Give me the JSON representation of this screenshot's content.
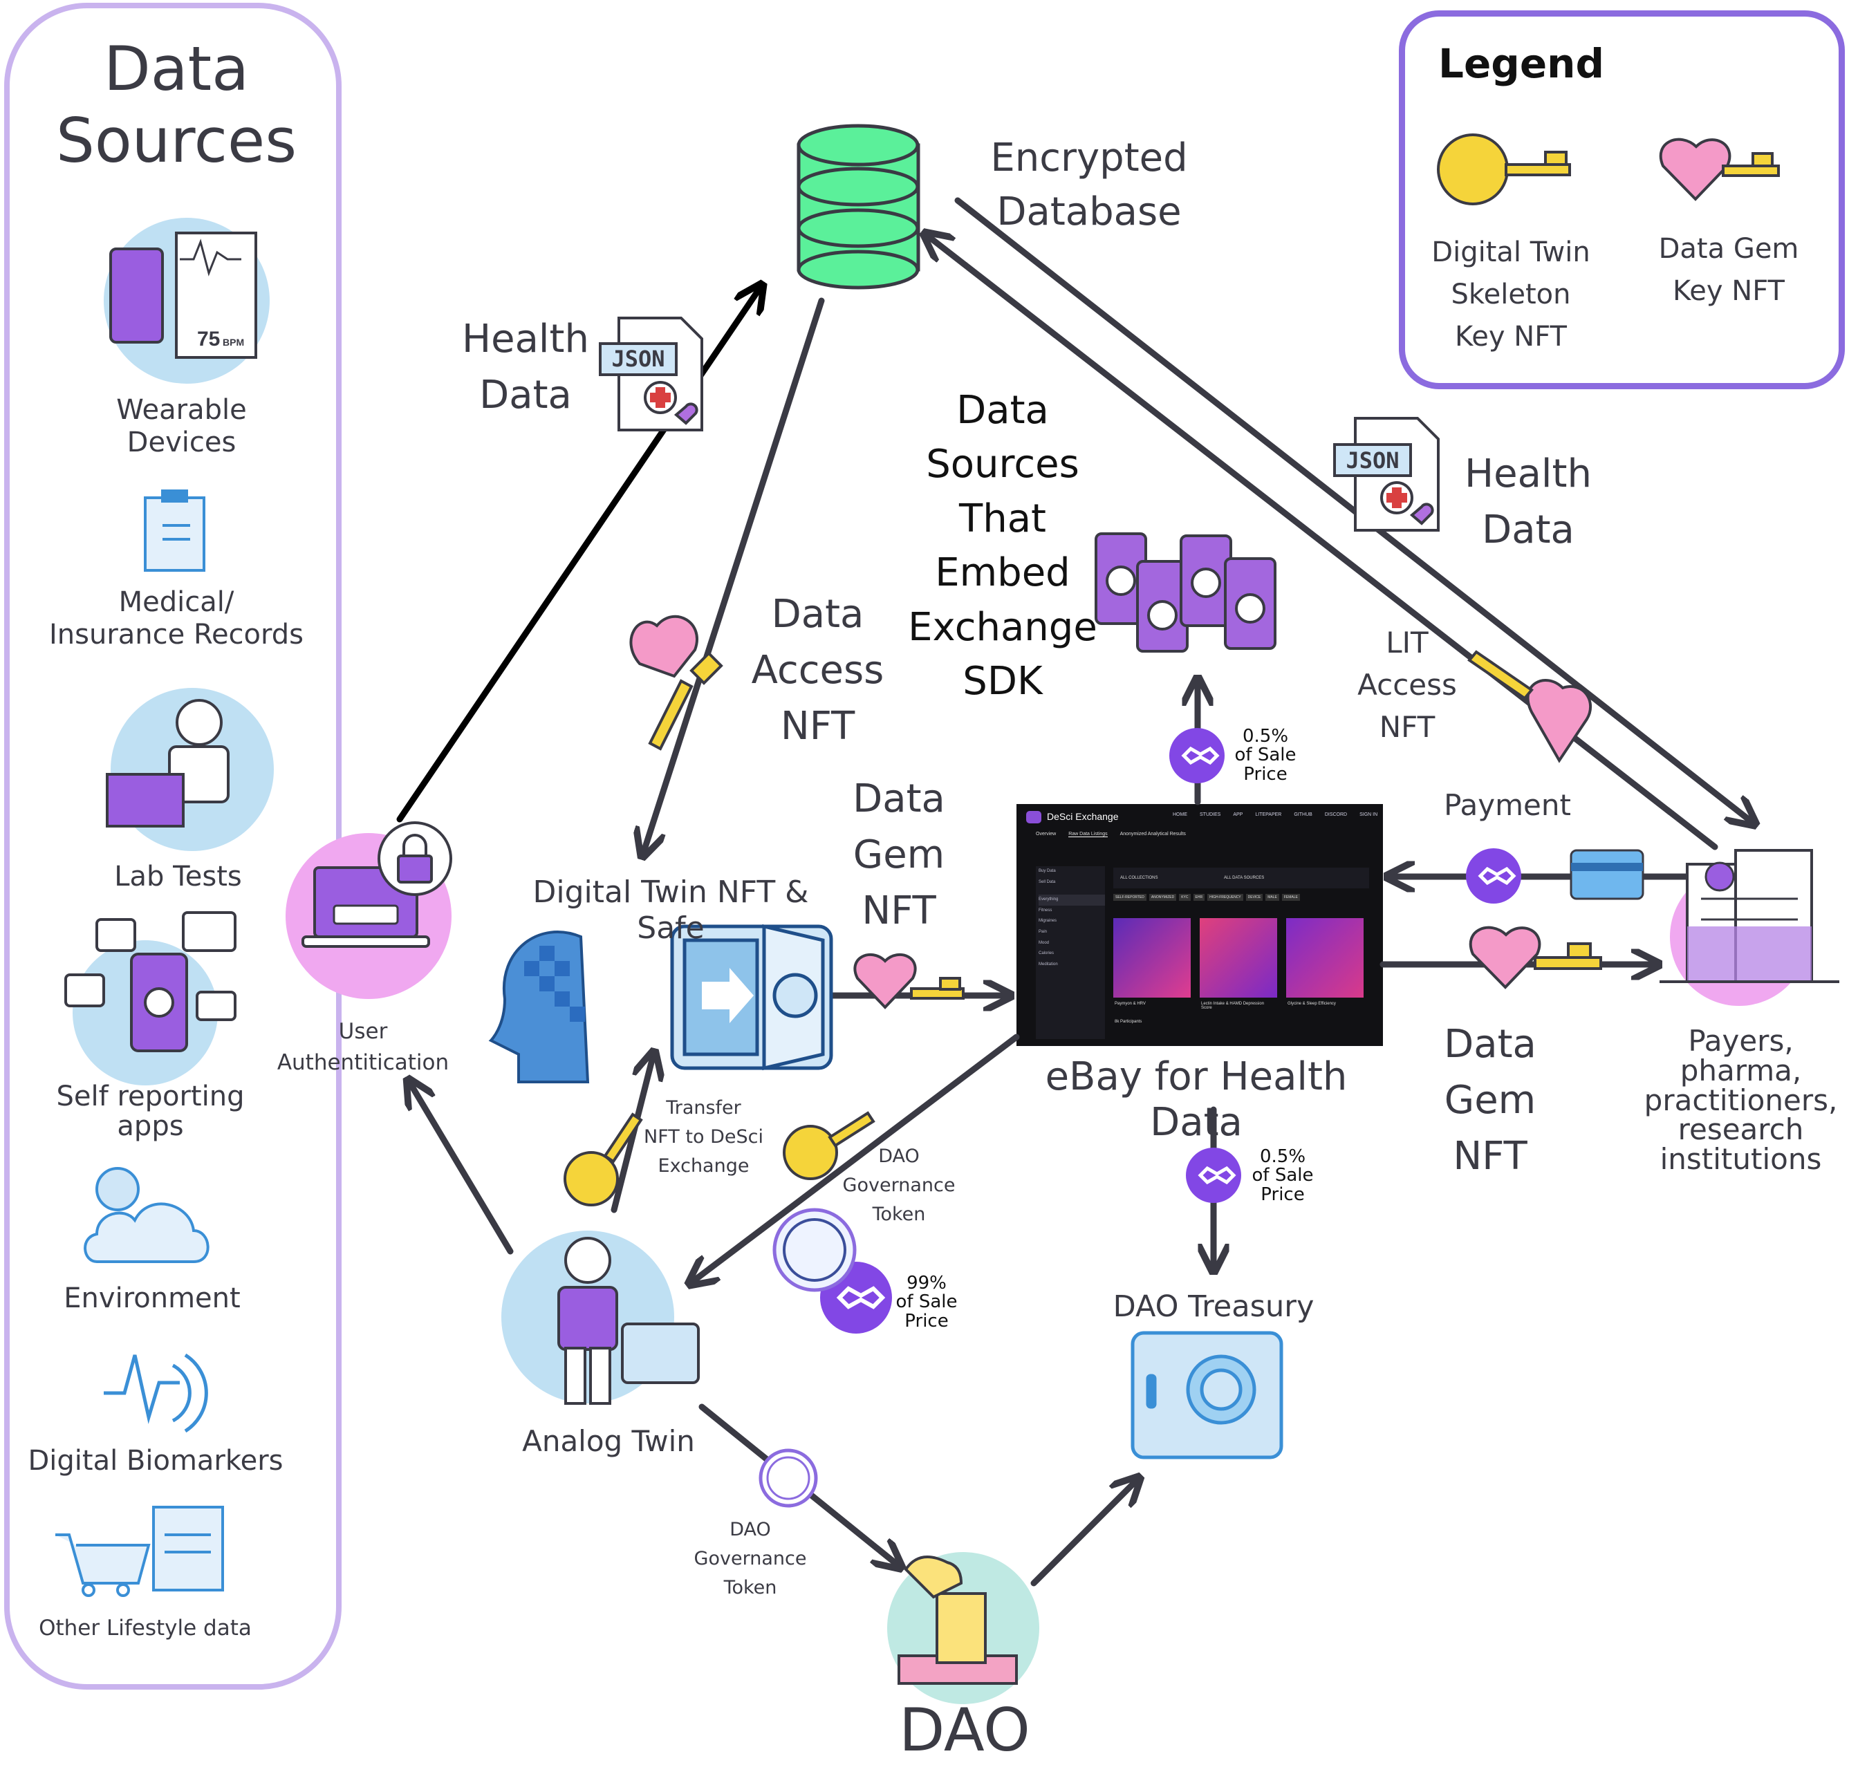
{
  "data_sources": {
    "title": [
      "Data",
      "Sources"
    ],
    "items": [
      {
        "label": [
          "Wearable",
          "Devices"
        ],
        "icon": "smartwatch-heartrate-icon",
        "bpm": "75",
        "bpm_unit": "BPM"
      },
      {
        "label": [
          "Medical/",
          "Insurance Records"
        ],
        "icon": "clipboard-medical-icon"
      },
      {
        "label": [
          "Lab Tests"
        ],
        "icon": "lab-scientist-icon"
      },
      {
        "label": [
          "Self reporting",
          "apps"
        ],
        "icon": "phone-chat-icon"
      },
      {
        "label": [
          "Environment"
        ],
        "icon": "sun-cloud-icon"
      },
      {
        "label": [
          "Digital Biomarkers"
        ],
        "icon": "biomarker-wave-icon"
      },
      {
        "label": [
          "Other Lifestyle data"
        ],
        "icon": "shopping-receipt-icon"
      }
    ]
  },
  "legend": {
    "title": "Legend",
    "items": [
      {
        "label": [
          "Digital Twin",
          "Skeleton",
          "Key NFT"
        ],
        "icon": "smiley-key-icon"
      },
      {
        "label": [
          "Data Gem",
          "Key NFT"
        ],
        "icon": "heart-key-icon"
      }
    ]
  },
  "nodes": {
    "database": [
      "Encrypted",
      "Database"
    ],
    "sdk": [
      "Data",
      "Sources",
      "That",
      "Embed",
      "Exchange",
      "SDK"
    ],
    "user_auth": [
      "User",
      "Authentitication"
    ],
    "digital_twin": "Digital Twin NFT & Safe",
    "exchange": "eBay for Health Data",
    "payers": [
      "Payers, pharma,",
      "practitioners,",
      "research",
      "institutions"
    ],
    "analog_twin": "Analog Twin",
    "treasury": "DAO Treasury",
    "dao": "DAO"
  },
  "edge_labels": {
    "health_data_left": [
      "Health",
      "Data"
    ],
    "health_data_right": [
      "Health",
      "Data"
    ],
    "json_badge": "JSON",
    "data_access_nft": [
      "Data",
      "Access",
      "NFT"
    ],
    "data_gem_nft_top": [
      "Data",
      "Gem",
      "NFT"
    ],
    "data_gem_nft_right": [
      "Data",
      "Gem",
      "NFT"
    ],
    "lit_access_nft": [
      "LIT",
      "Access",
      "NFT"
    ],
    "payment": "Payment",
    "transfer": [
      "Transfer",
      "NFT to DeSci",
      "Exchange"
    ],
    "dao_gov_token_1": [
      "DAO",
      "Governance",
      "Token"
    ],
    "dao_gov_token_2": [
      "DAO",
      "Governance",
      "Token"
    ],
    "fee_sdk": [
      "0.5%",
      "of Sale",
      "Price"
    ],
    "fee_treasury": [
      "0.5%",
      "of Sale",
      "Price"
    ],
    "share_owner": [
      "99%",
      "of Sale",
      "Price"
    ]
  },
  "exchange_screen": {
    "brand": "DeSci Exchange",
    "nav": [
      "HOME",
      "STUDIES",
      "APP",
      "LITEPAPER",
      "GITHUB",
      "DISCORD",
      "SIGN IN"
    ],
    "tabs": [
      "Overview",
      "Raw Data Listings",
      "Anonymized Analytical Results"
    ],
    "sidebar": [
      "Buy Data",
      "Sell Data",
      "Everything",
      "Fitness",
      "Migraines",
      "Pain",
      "Mood",
      "Calories",
      "Meditation"
    ],
    "filters": [
      "ALL COLLECTIONS",
      "ALL DATA SOURCES"
    ],
    "chips": [
      "SELF-REPORTED",
      "ANONYMIZED",
      "KYC",
      "EHR",
      "HIGH-FREQUENCY",
      "DEVICE",
      "MALE",
      "FEMALE"
    ],
    "cards": [
      {
        "title": "Paymyon & HRV",
        "sub": "8k Participants",
        "color": "#9b3fc9"
      },
      {
        "title": "Lectin Intake & HAMD Depression Score",
        "sub": "",
        "color": "#e0397f"
      },
      {
        "title": "Glycine & Sleep Efficiency",
        "sub": "",
        "color": "#8e2fc8"
      }
    ]
  },
  "colors": {
    "purple": "#9a5ee0",
    "polygon": "#8247e5",
    "lilac": "#c9b3ee",
    "legend_border": "#8b6bdf",
    "db_green": "#5bf09a",
    "pink_circle": "#f0a8f0",
    "light_blue": "#bfe0f3",
    "key_yellow": "#f5d43a",
    "key_pink": "#f49ac8",
    "arrow_dark": "#3a3a44"
  }
}
